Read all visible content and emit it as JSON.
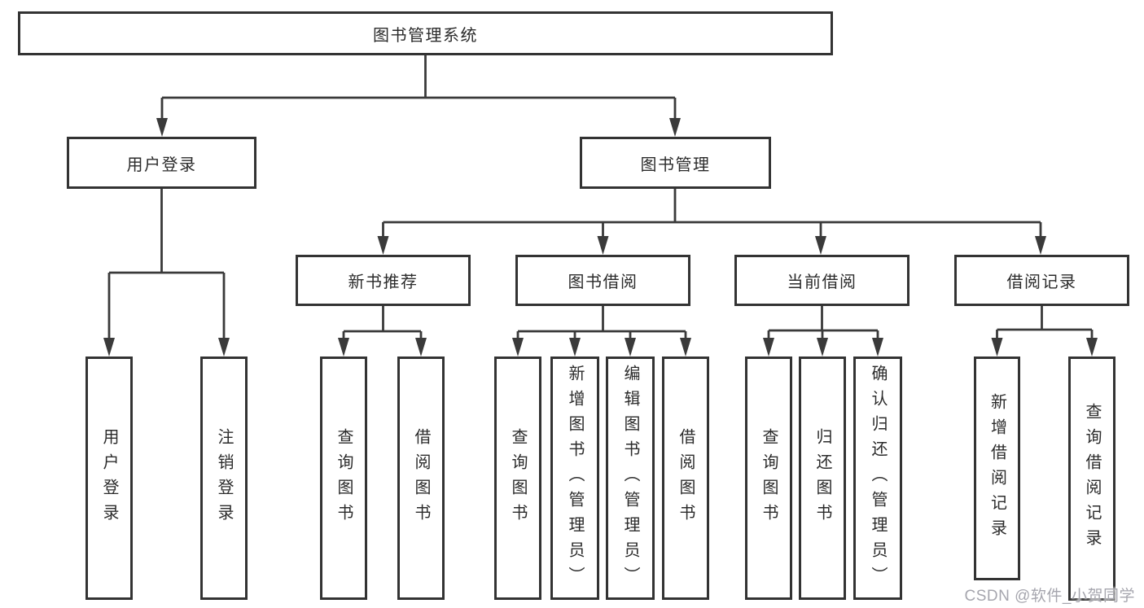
{
  "diagram": {
    "root": {
      "label": "图书管理系统"
    },
    "branches": [
      {
        "label": "用户登录",
        "children": [
          {
            "label": "用户登录"
          },
          {
            "label": "注销登录"
          }
        ]
      },
      {
        "label": "图书管理",
        "children": [
          {
            "label": "新书推荐",
            "children": [
              {
                "label": "查询图书"
              },
              {
                "label": "借阅图书"
              }
            ]
          },
          {
            "label": "图书借阅",
            "children": [
              {
                "label": "查询图书"
              },
              {
                "label": "新增图书（管理员）"
              },
              {
                "label": "编辑图书（管理员）"
              },
              {
                "label": "借阅图书"
              }
            ]
          },
          {
            "label": "当前借阅",
            "children": [
              {
                "label": "查询图书"
              },
              {
                "label": "归还图书"
              },
              {
                "label": "确认归还（管理员）"
              }
            ]
          },
          {
            "label": "借阅记录",
            "children": [
              {
                "label": "新增借阅记录"
              },
              {
                "label": "查询借阅记录"
              }
            ]
          }
        ]
      }
    ],
    "watermark": "CSDN @软件_小贺同学"
  },
  "colors": {
    "background": "#ffffff",
    "line": "#3a3a3a",
    "box_border": "#333333",
    "text": "#2b2b2b",
    "watermark": "#a6a6ae"
  }
}
